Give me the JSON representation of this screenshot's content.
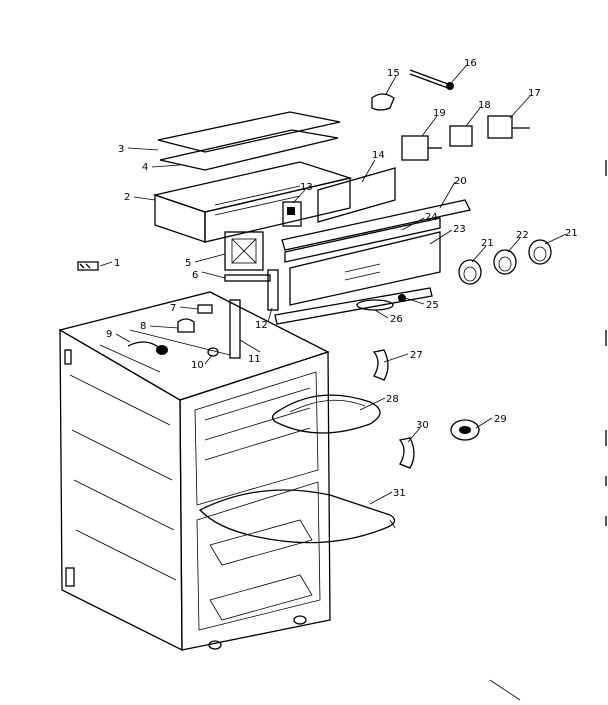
{
  "diagram": {
    "parts": [
      {
        "id": "1",
        "label": "1"
      },
      {
        "id": "2",
        "label": "2"
      },
      {
        "id": "3",
        "label": "3"
      },
      {
        "id": "4",
        "label": "4"
      },
      {
        "id": "5",
        "label": "5"
      },
      {
        "id": "6",
        "label": "6"
      },
      {
        "id": "7",
        "label": "7"
      },
      {
        "id": "8",
        "label": "8"
      },
      {
        "id": "9",
        "label": "9"
      },
      {
        "id": "10",
        "label": "10"
      },
      {
        "id": "11",
        "label": "11"
      },
      {
        "id": "12",
        "label": "12"
      },
      {
        "id": "13",
        "label": "13"
      },
      {
        "id": "14",
        "label": "14"
      },
      {
        "id": "15",
        "label": "15"
      },
      {
        "id": "16",
        "label": "16"
      },
      {
        "id": "17",
        "label": "17"
      },
      {
        "id": "18",
        "label": "18"
      },
      {
        "id": "19",
        "label": "19"
      },
      {
        "id": "20",
        "label": "20"
      },
      {
        "id": "21a",
        "label": "21"
      },
      {
        "id": "21b",
        "label": "21"
      },
      {
        "id": "22",
        "label": "22"
      },
      {
        "id": "23",
        "label": "23"
      },
      {
        "id": "24",
        "label": "24"
      },
      {
        "id": "25",
        "label": "25"
      },
      {
        "id": "26",
        "label": "26"
      },
      {
        "id": "27",
        "label": "27"
      },
      {
        "id": "28",
        "label": "28"
      },
      {
        "id": "29",
        "label": "29"
      },
      {
        "id": "30",
        "label": "30"
      },
      {
        "id": "31",
        "label": "31"
      }
    ]
  }
}
